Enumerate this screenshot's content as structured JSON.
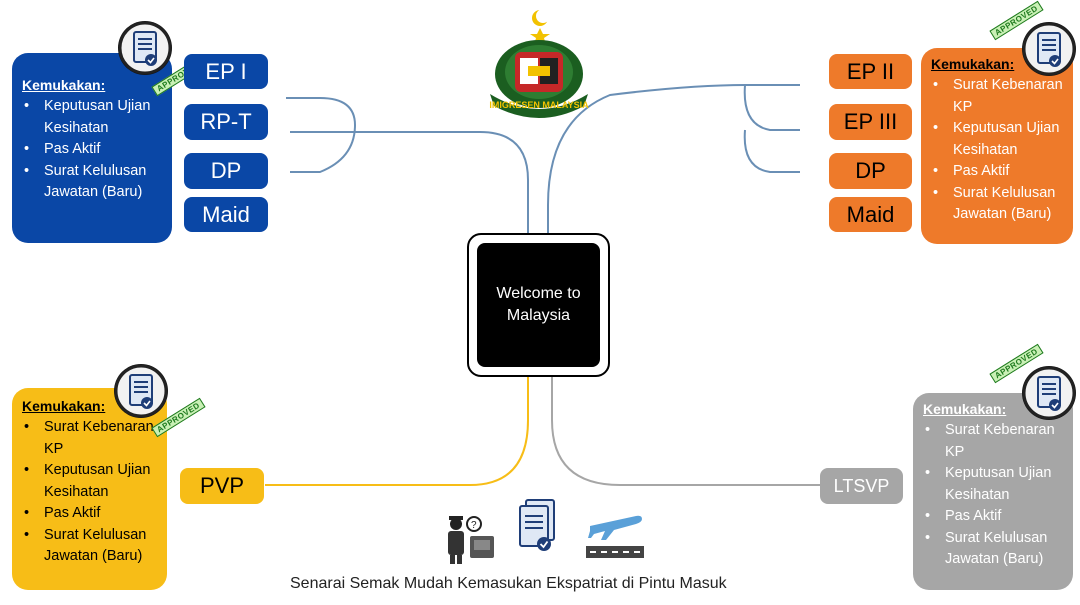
{
  "center": {
    "line1": "Welcome to",
    "line2": "Malaysia"
  },
  "logo": {
    "text": "IMIGRESEN MALAYSIA",
    "name": "imigresen-malaysia-logo"
  },
  "stamp_label": "APPROVED",
  "heading": "Kemukakan:",
  "top_left": {
    "passes": [
      "EP I",
      "RP-T",
      "DP",
      "Maid"
    ],
    "requirements": [
      "Keputusan Ujian Kesihatan",
      "Pas Aktif",
      "Surat Kelulusan Jawatan (Baru)"
    ]
  },
  "top_right": {
    "passes": [
      "EP II",
      "EP III",
      "DP",
      "Maid"
    ],
    "requirements": [
      "Surat Kebenaran KP",
      "Keputusan Ujian Kesihatan",
      "Pas Aktif",
      "Surat Kelulusan Jawatan (Baru)"
    ]
  },
  "bottom_left": {
    "passes": [
      "PVP"
    ],
    "requirements": [
      "Surat Kebenaran KP",
      "Keputusan Ujian Kesihatan",
      "Pas Aktif",
      "Surat Kelulusan Jawatan (Baru)"
    ]
  },
  "bottom_right": {
    "passes": [
      "LTSVP"
    ],
    "requirements": [
      "Surat Kebenaran KP",
      "Keputusan Ujian Kesihatan",
      "Pas Aktif",
      "Surat Kelulusan Jawatan (Baru)"
    ]
  },
  "caption": "Senarai Semak Mudah Kemasukan Ekspatriat di Pintu Masuk",
  "colors": {
    "blue": "#0a47a6",
    "orange": "#ee7a2a",
    "yellow": "#f7bd17",
    "gray": "#a6a6a6",
    "connector_blue": "#6a8fb5"
  },
  "icons": [
    "document-checklist-icon",
    "immigration-officer-icon",
    "documents-icon",
    "airplane-runway-icon"
  ]
}
